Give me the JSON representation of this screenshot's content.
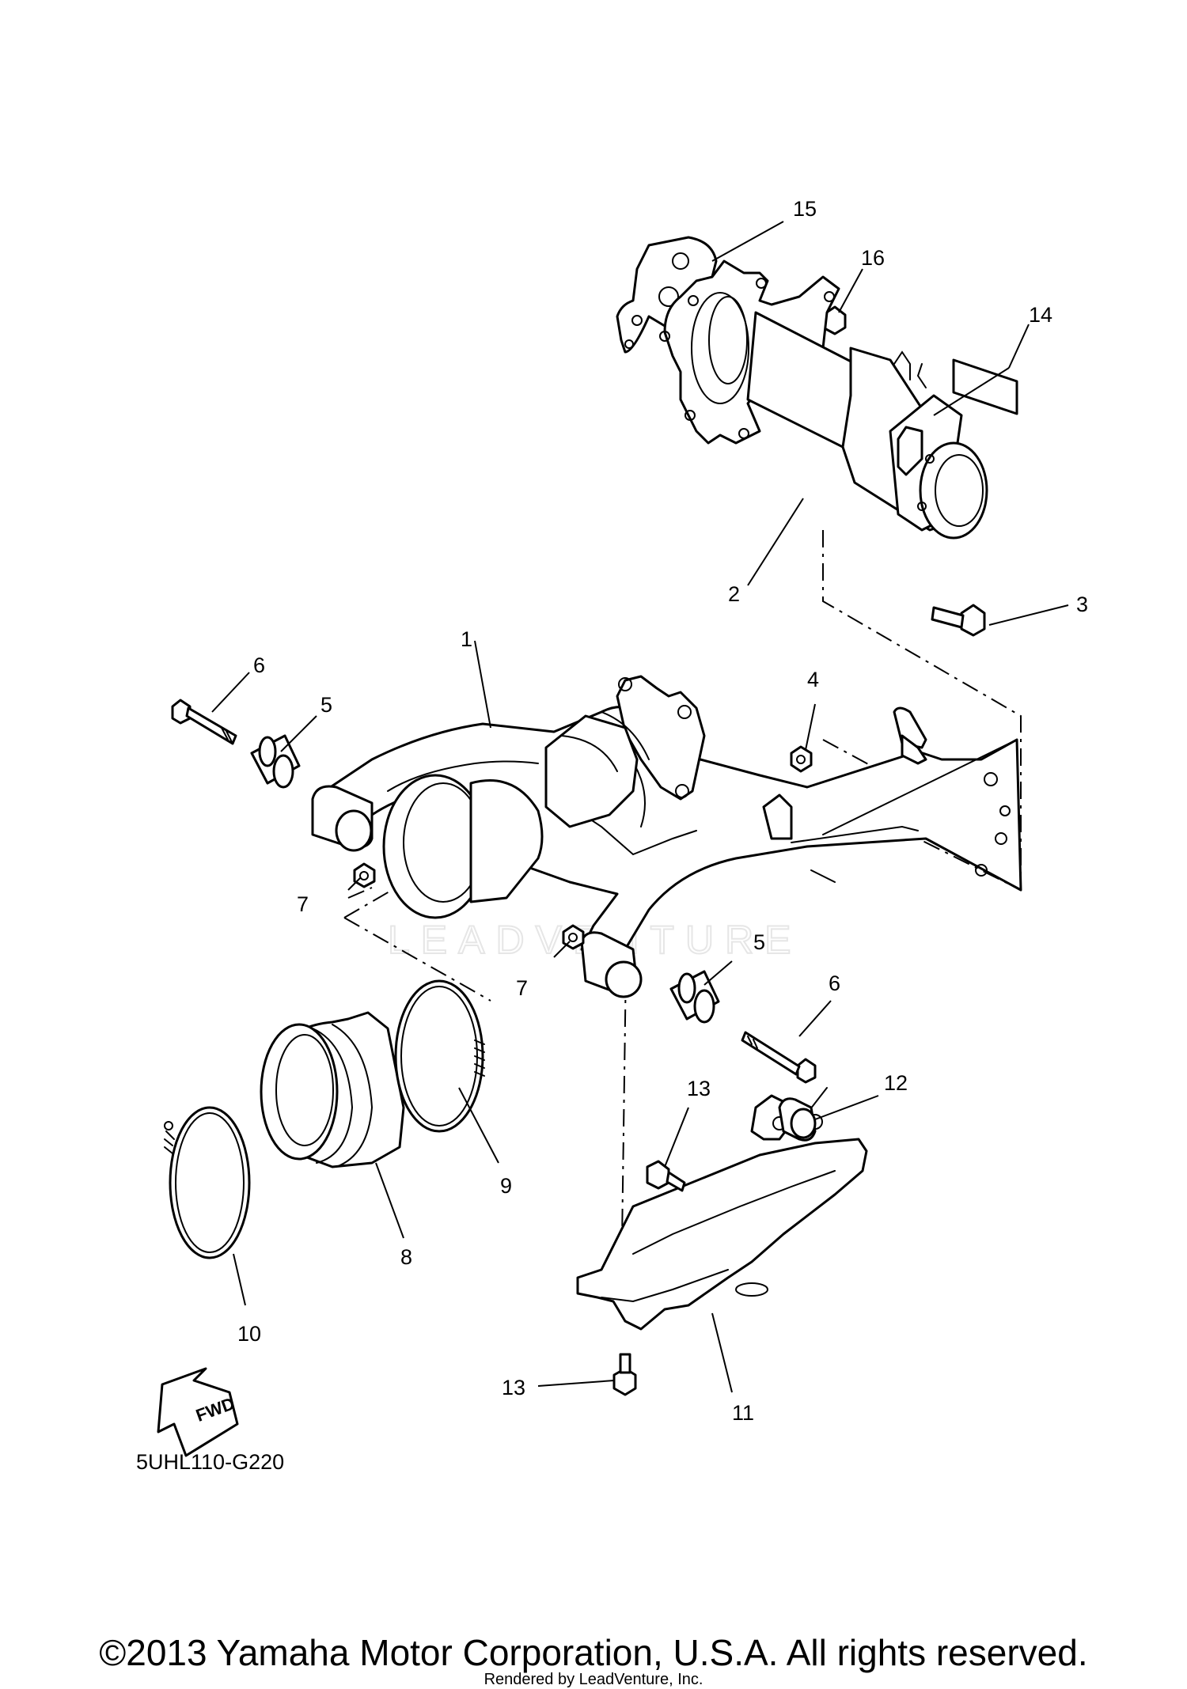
{
  "diagram": {
    "code": "5UHL110-G220",
    "watermark": "LEADVENTURE",
    "fwd_label": "FWD"
  },
  "callouts": {
    "c1": "1",
    "c2": "2",
    "c3": "3",
    "c4": "4",
    "c5a": "5",
    "c5b": "5",
    "c6a": "6",
    "c6b": "6",
    "c7a": "7",
    "c7b": "7",
    "c8": "8",
    "c9": "9",
    "c10": "10",
    "c11": "11",
    "c12": "12",
    "c13a": "13",
    "c13b": "13",
    "c14": "14",
    "c15": "15",
    "c16": "16"
  },
  "footer": {
    "copyright": "©2013 Yamaha Motor Corporation, U.S.A. All rights reserved.",
    "rendered_by": "Rendered by LeadVenture, Inc."
  }
}
